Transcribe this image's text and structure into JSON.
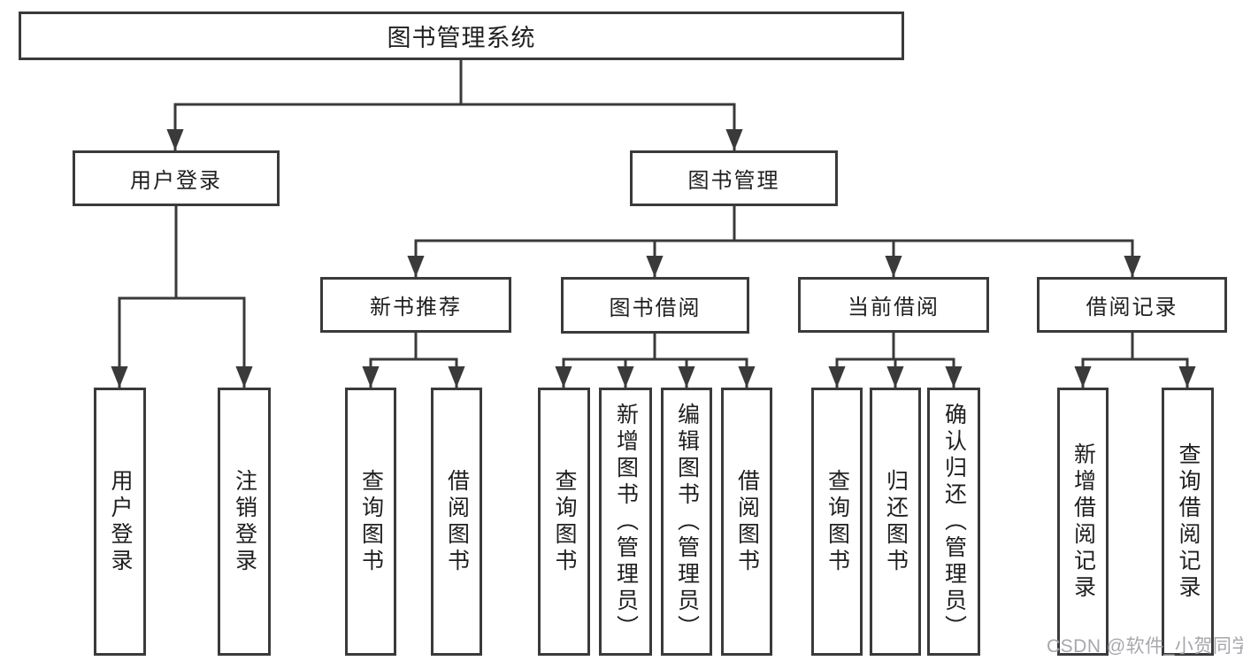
{
  "colors": {
    "line": "#3a3a3a",
    "text": "#1f1f1f",
    "box_background": "#ffffff",
    "watermark": "#a0a0a6"
  },
  "tree": {
    "root": "图书管理系统",
    "level2": [
      "用户登录",
      "图书管理"
    ],
    "level3": [
      "新书推荐",
      "图书借阅",
      "当前借阅",
      "借阅记录"
    ],
    "leaves_login": [
      "用户登录",
      "注销登录"
    ],
    "leaves_recommend": [
      "查询图书",
      "借阅图书"
    ],
    "leaves_borrow": [
      "查询图书",
      "新增图书（管理员）",
      "编辑图书（管理员）",
      "借阅图书"
    ],
    "leaves_current": [
      "查询图书",
      "归还图书",
      "确认归还（管理员）"
    ],
    "leaves_records": [
      "新增借阅记录",
      "查询借阅记录"
    ]
  },
  "watermark": {
    "text": "CSDN @软件_小贺同学"
  }
}
